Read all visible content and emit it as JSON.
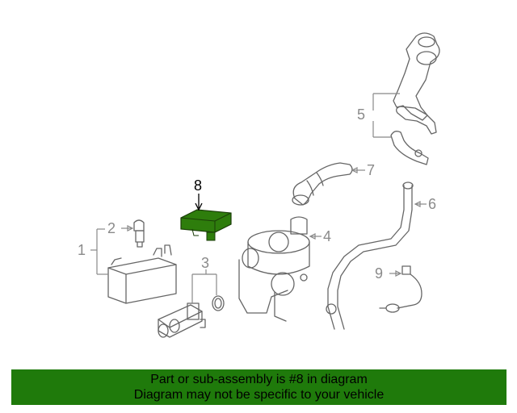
{
  "callouts": {
    "c1": "1",
    "c2": "2",
    "c3": "3",
    "c4": "4",
    "c5": "5",
    "c6": "6",
    "c7": "7",
    "c8": "8",
    "c9": "9"
  },
  "highlight": {
    "part_number": "8",
    "color": "#2e7d0c"
  },
  "banner": {
    "line1": "Part or sub-assembly is #8 in diagram",
    "line2": "Diagram may not be specific to your vehicle",
    "color": "#1f7a0b"
  }
}
